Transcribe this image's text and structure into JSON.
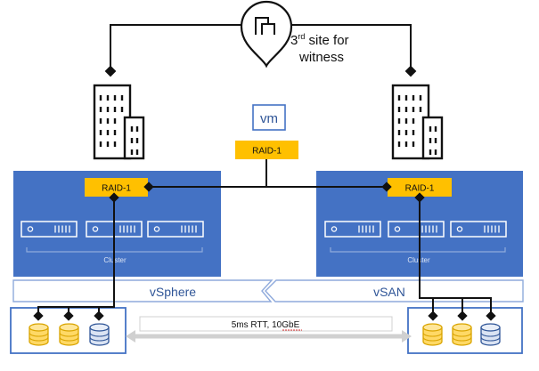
{
  "witness": {
    "label_prefix": "3",
    "label_sup": "rd",
    "label_rest": " site for",
    "label_line2": "witness"
  },
  "vm": {
    "label": "vm"
  },
  "raid": {
    "top": "RAID-1",
    "left": "RAID-1",
    "right": "RAID-1"
  },
  "clusters": {
    "left": {
      "label": "Cluster",
      "platform": "vSphere"
    },
    "right": {
      "label": "Cluster",
      "platform": "vSAN"
    }
  },
  "link": {
    "label": "5ms RTT, 10GbE"
  },
  "colors": {
    "cluster_blue": "#4472c4",
    "raid_gold": "#ffc000",
    "line_black": "#111111",
    "disk_gold": "#ffd966",
    "disk_blue": "#dae3f3"
  },
  "icons": [
    "location-pin-icon",
    "building-icon",
    "vm-icon",
    "server-icon",
    "database-icon"
  ]
}
